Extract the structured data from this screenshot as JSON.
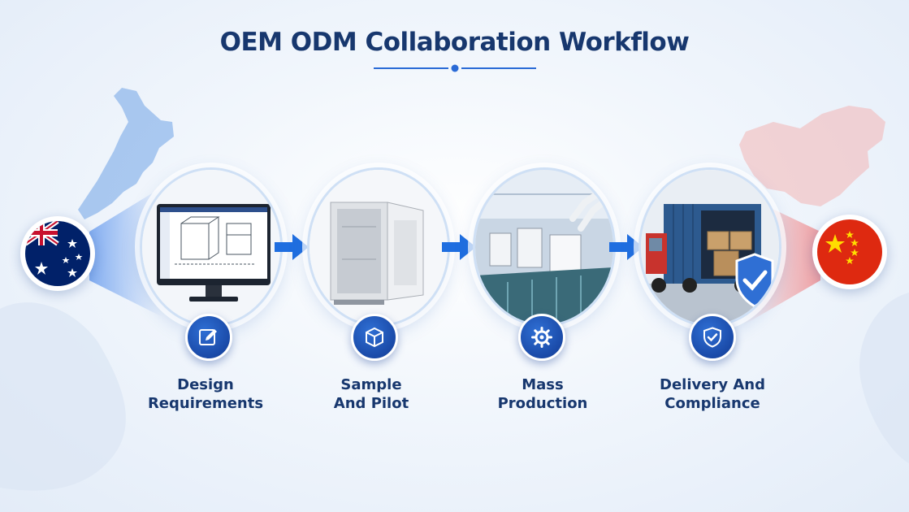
{
  "title": "OEM ODM Collaboration Workflow",
  "flags": [
    {
      "country": "Australia",
      "icon": "australia-flag-icon"
    },
    {
      "country": "China",
      "icon": "china-flag-icon"
    }
  ],
  "steps": [
    {
      "line1": "Design",
      "line2": "Requirements",
      "photo": "computer-monitor-cad-drawing",
      "icon": "pencil-edit-icon"
    },
    {
      "line1": "Sample",
      "line2": "And Pilot",
      "photo": "open-metal-cabinet",
      "icon": "box-icon"
    },
    {
      "line1": "Mass",
      "line2": "Production",
      "photo": "robotic-factory-line",
      "icon": "gear-icon"
    },
    {
      "line1": "Delivery And",
      "line2": "Compliance",
      "photo": "container-truck-with-shield",
      "icon": "shield-check-icon"
    }
  ],
  "colors": {
    "title": "#17376e",
    "accent": "#1f5fd0",
    "badge": "#1a4aa8",
    "au_glow": "#2a73e8",
    "cn_glow": "#ef4b4b"
  }
}
